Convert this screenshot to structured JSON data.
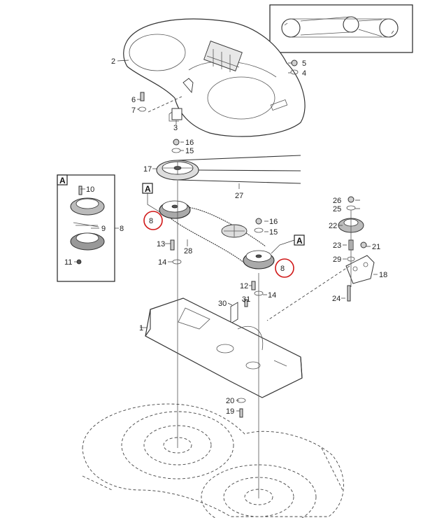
{
  "inset_box": {
    "label": "A"
  },
  "section_markers": [
    "A",
    "A"
  ],
  "callouts": [
    {
      "id": "1",
      "label": "1"
    },
    {
      "id": "2",
      "label": "2"
    },
    {
      "id": "3",
      "label": "3"
    },
    {
      "id": "4",
      "label": "4"
    },
    {
      "id": "5",
      "label": "5"
    },
    {
      "id": "6",
      "label": "6"
    },
    {
      "id": "7",
      "label": "7"
    },
    {
      "id": "8a",
      "label": "8"
    },
    {
      "id": "8b",
      "label": "8"
    },
    {
      "id": "8c",
      "label": "8"
    },
    {
      "id": "9",
      "label": "9"
    },
    {
      "id": "10",
      "label": "10"
    },
    {
      "id": "11",
      "label": "11"
    },
    {
      "id": "12",
      "label": "12"
    },
    {
      "id": "13",
      "label": "13"
    },
    {
      "id": "14a",
      "label": "14"
    },
    {
      "id": "14b",
      "label": "14"
    },
    {
      "id": "15a",
      "label": "15"
    },
    {
      "id": "15b",
      "label": "15"
    },
    {
      "id": "16a",
      "label": "16"
    },
    {
      "id": "16b",
      "label": "16"
    },
    {
      "id": "17",
      "label": "17"
    },
    {
      "id": "18",
      "label": "18"
    },
    {
      "id": "19",
      "label": "19"
    },
    {
      "id": "20",
      "label": "20"
    },
    {
      "id": "21",
      "label": "21"
    },
    {
      "id": "22",
      "label": "22"
    },
    {
      "id": "23",
      "label": "23"
    },
    {
      "id": "24",
      "label": "24"
    },
    {
      "id": "25",
      "label": "25"
    },
    {
      "id": "26",
      "label": "26"
    },
    {
      "id": "27",
      "label": "27"
    },
    {
      "id": "28",
      "label": "28"
    },
    {
      "id": "29",
      "label": "29"
    },
    {
      "id": "30",
      "label": "30"
    },
    {
      "id": "31",
      "label": "31"
    }
  ],
  "colors": {
    "highlight": "#d01818",
    "line": "#333333",
    "fill": "#cfcfcf"
  }
}
